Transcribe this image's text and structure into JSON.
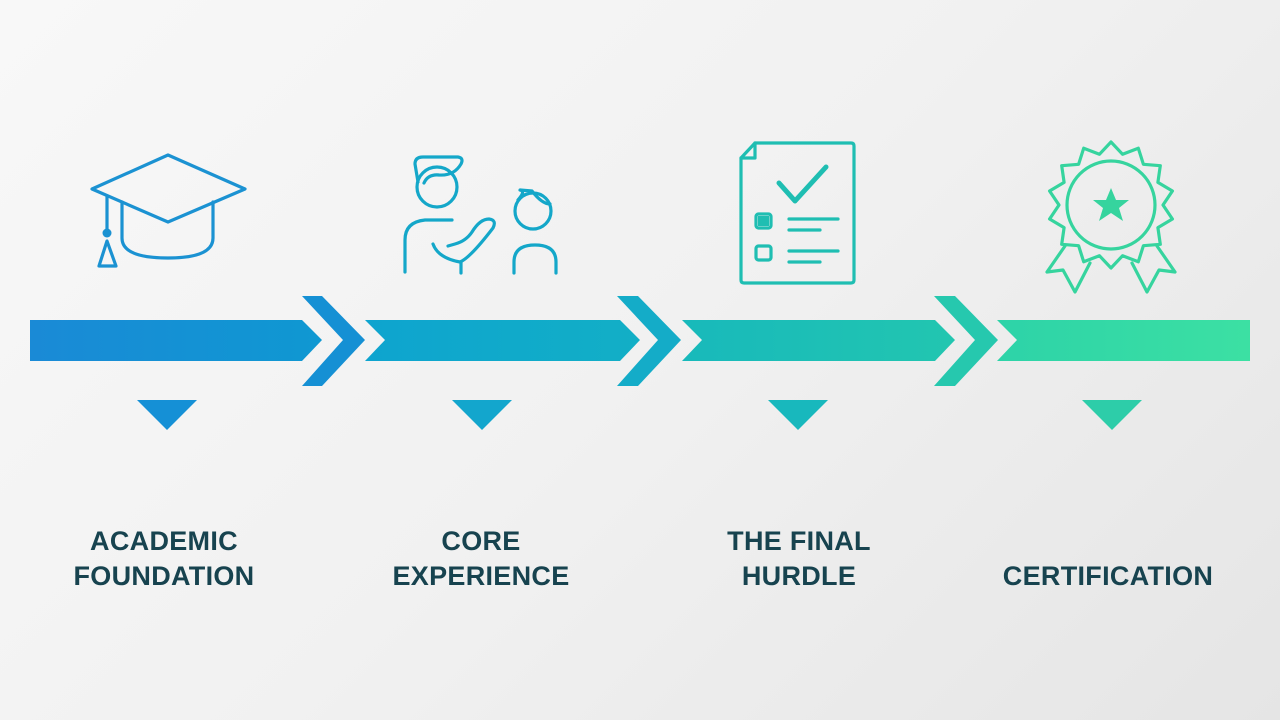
{
  "diagram": {
    "type": "process-timeline",
    "colors": {
      "background_start": "#f8f8f8",
      "background_end": "#e5e5e5",
      "text": "#17434f",
      "stage1": "#1a8fd6",
      "stage2": "#11a8c9",
      "stage3": "#1cbfb3",
      "stage4": "#33d9a0"
    },
    "stages": [
      {
        "id": "academic-foundation",
        "icon": "graduation-cap-icon",
        "label_lines": [
          "ACADEMIC",
          "FOUNDATION"
        ]
      },
      {
        "id": "core-experience",
        "icon": "mentor-trainee-icon",
        "label_lines": [
          "CORE",
          "EXPERIENCE"
        ]
      },
      {
        "id": "final-hurdle",
        "icon": "checklist-document-icon",
        "label_lines": [
          "THE FINAL",
          "HURDLE"
        ]
      },
      {
        "id": "certification",
        "icon": "award-badge-icon",
        "label_lines": [
          "",
          "CERTIFICATION"
        ]
      }
    ]
  }
}
